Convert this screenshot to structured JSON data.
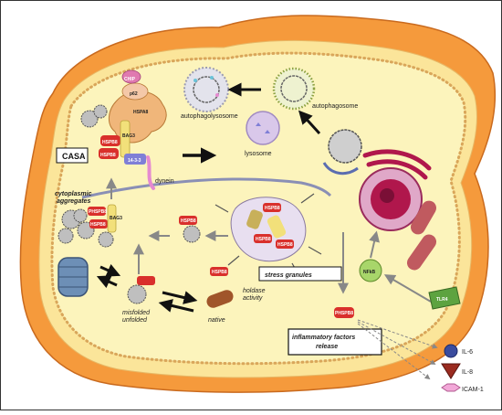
{
  "labels": {
    "autophagolysosome": "autophagolysosome",
    "autophagosome": "autophagosome",
    "lysosome": "lysosome",
    "casa": "CASA",
    "cytoplasmic_aggregates": "cytoplasmic\naggregates",
    "stress_granules": "stress granules",
    "holdase_activity": "holdase\nactivity",
    "misfolded_unfolded": "misfolded\nunfolded",
    "native": "native",
    "inflammatory_release": "inflammatory factors\nrelease",
    "nfkb": "NFkB",
    "tlr4": "TLR4",
    "il6": "IL-6",
    "il8": "IL-8",
    "icam1": "ICAM-1",
    "chip": "CHIP",
    "p62": "p62",
    "hspa8": "HSPA8",
    "hspb8": "HSPB8",
    "bag3": "BAG3",
    "dynein": "dynein",
    "protein_1433": "14-3-3",
    "phosphorylated_hspb8": "PHSPB8"
  },
  "colors": {
    "cell_fill": "#fbf3b3",
    "membrane_orange": "#f59a3c",
    "hspb8": "#d9302c",
    "hspa8": "#f0b67a",
    "bag3": "#f2e07a",
    "chip": "#e07ab0",
    "p62": "#f4c8a8",
    "protein_1433": "#7f7fd6",
    "dynein": "#e58ad0",
    "microtubule": "#8a8fb5",
    "nfkb": "#a8d66a",
    "tlr4": "#5da340",
    "lysosome": "#d9c8ea",
    "nucleus": "#b0174c",
    "mitochondria": "#c05a5f",
    "il6": "#3a4c9e",
    "il8": "#9a2b20",
    "icam1": "#f2a8d8"
  }
}
